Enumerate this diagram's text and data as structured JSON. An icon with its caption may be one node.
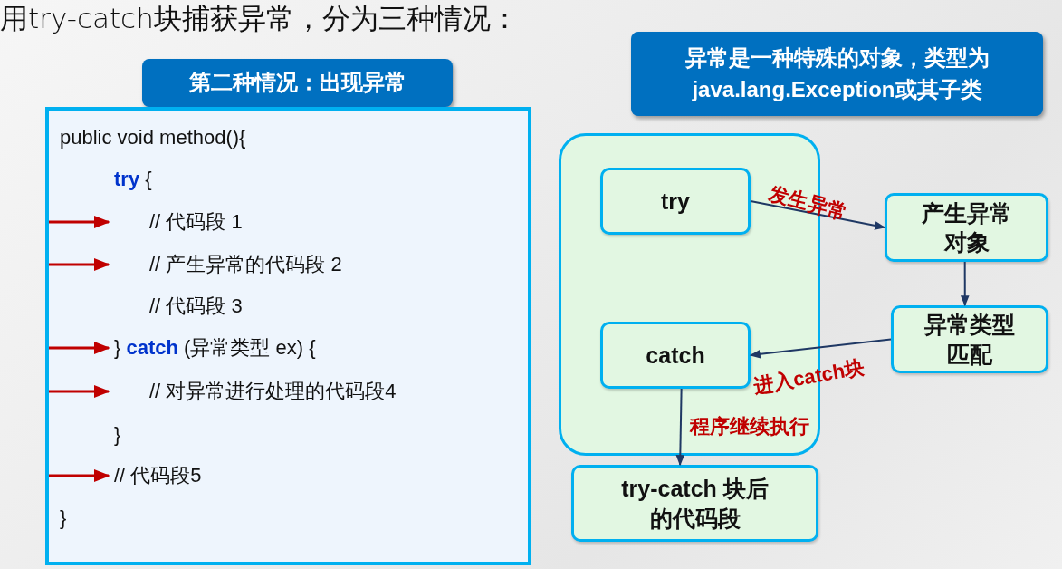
{
  "diagram": {
    "title": "用try-catch块捕获异常，分为三种情况：",
    "nodes": [
      {
        "text": [
          "第二种情况：出现异常"
        ]
      },
      {
        "text": [],
        "shape": "box"
      },
      {
        "text": [
          "public void method(){"
        ],
        "in": 1
      },
      {
        "text": [
          "**try** {"
        ],
        "in": 1
      },
      {
        "text": [
          "// 代码段 1"
        ],
        "in": 1
      },
      {
        "text": [
          "// 产生异常的代码段 2"
        ],
        "in": 1
      },
      {
        "text": [
          "// 代码段 3"
        ],
        "in": 1
      },
      {
        "text": [
          "} **catch** (异常类型 ex) {"
        ],
        "in": 1
      },
      {
        "text": [
          "// 对异常进行处理的代码段4"
        ],
        "in": 1
      },
      {
        "text": [
          "}"
        ],
        "in": 1
      },
      {
        "text": [
          "// 代码段5"
        ],
        "in": 1
      },
      {
        "text": [
          "}"
        ],
        "in": 1
      },
      {
        "text": [
          "异常是一种特殊的对象，类型为java.lang.Exception或其子类"
        ]
      },
      {
        "text": [],
        "shape": "box"
      },
      {
        "text": [
          "try"
        ],
        "in": 13
      },
      {
        "text": [
          "catch"
        ],
        "in": 13
      },
      {
        "text": [
          "产生异常对象"
        ]
      },
      {
        "text": [
          "异常类型匹配"
        ]
      },
      {
        "text": [
          "try-catch 块后的代码段"
        ]
      }
    ],
    "edges": [
      {
        "from": null,
        "to": 4,
        "arrow": "to"
      },
      {
        "from": null,
        "to": 5,
        "arrow": "to"
      },
      {
        "from": null,
        "to": 7,
        "arrow": "to"
      },
      {
        "from": null,
        "to": 8,
        "arrow": "to"
      },
      {
        "from": null,
        "to": 10,
        "arrow": "to"
      },
      {
        "from": 14,
        "to": 16,
        "arrow": "to",
        "label": "发生异常",
        "color": "#1f3864"
      },
      {
        "from": 16,
        "to": 17,
        "arrow": "to",
        "color": "#1f3864"
      },
      {
        "from": 17,
        "to": 15,
        "arrow": "to",
        "label": "进入catch块",
        "color": "#1f3864"
      },
      {
        "from": 15,
        "to": 18,
        "arrow": "to",
        "label": "程序继续执行",
        "color": "#1f3864"
      }
    ]
  }
}
